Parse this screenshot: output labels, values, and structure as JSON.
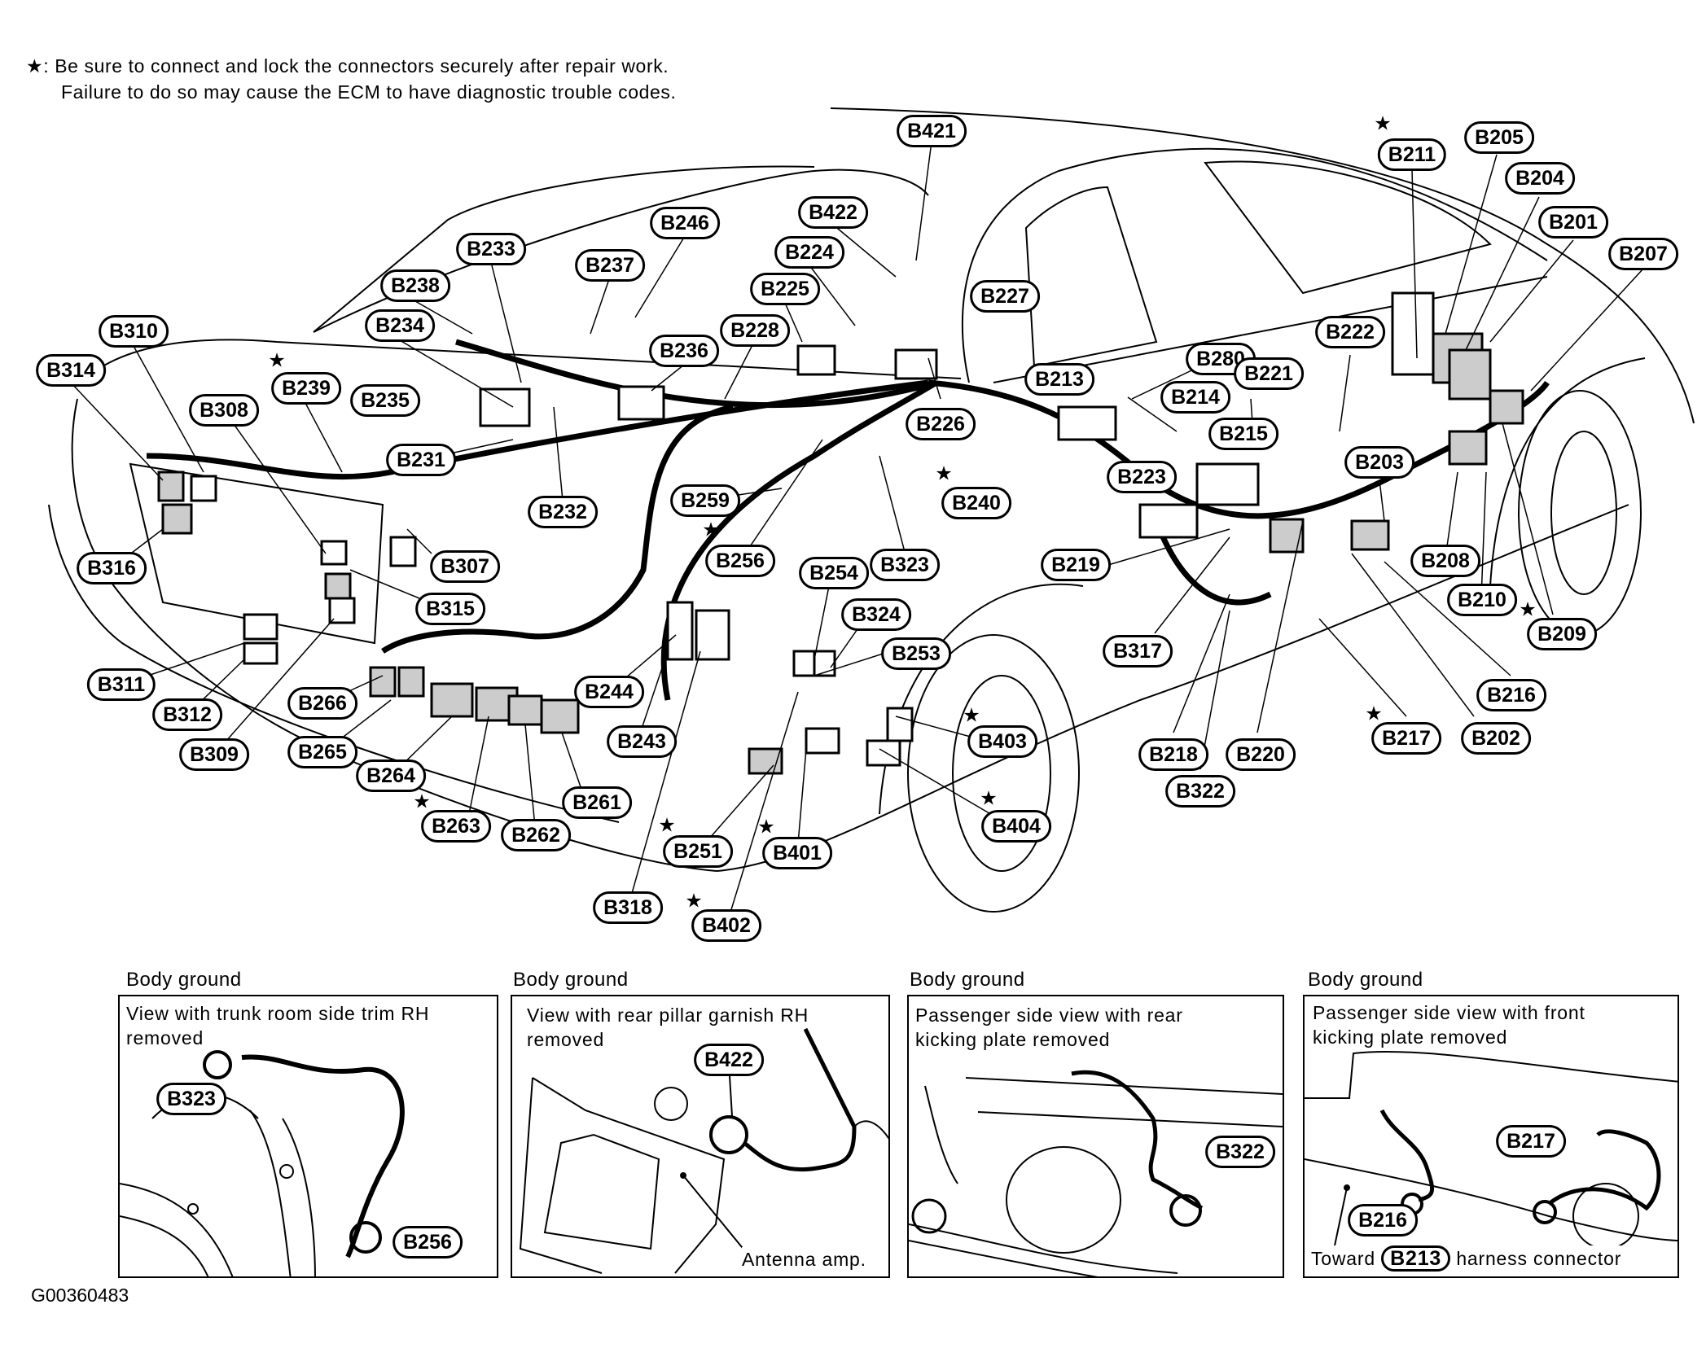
{
  "notes": {
    "star_symbol": "★",
    "line1": ": Be sure to connect and lock the connectors securely after repair work.",
    "line2": "Failure to do so may cause the ECM to have diagnostic trouble codes."
  },
  "connectors": [
    {
      "id": "B421",
      "star": false
    },
    {
      "id": "B422",
      "star": false
    },
    {
      "id": "B246",
      "star": false
    },
    {
      "id": "B224",
      "star": false
    },
    {
      "id": "B237",
      "star": false
    },
    {
      "id": "B238",
      "star": false
    },
    {
      "id": "B233",
      "star": false
    },
    {
      "id": "B225",
      "star": false
    },
    {
      "id": "B227",
      "star": false
    },
    {
      "id": "B228",
      "star": false
    },
    {
      "id": "B234",
      "star": false
    },
    {
      "id": "B236",
      "star": false
    },
    {
      "id": "B310",
      "star": false
    },
    {
      "id": "B314",
      "star": false
    },
    {
      "id": "B239",
      "star": true
    },
    {
      "id": "B235",
      "star": false
    },
    {
      "id": "B308",
      "star": false
    },
    {
      "id": "B231",
      "star": false
    },
    {
      "id": "B232",
      "star": false
    },
    {
      "id": "B226",
      "star": false
    },
    {
      "id": "B240",
      "star": true
    },
    {
      "id": "B259",
      "star": false
    },
    {
      "id": "B256",
      "star": true
    },
    {
      "id": "B323",
      "star": false
    },
    {
      "id": "B307",
      "star": false
    },
    {
      "id": "B316",
      "star": false
    },
    {
      "id": "B315",
      "star": false
    },
    {
      "id": "B254",
      "star": false
    },
    {
      "id": "B324",
      "star": false
    },
    {
      "id": "B253",
      "star": false
    },
    {
      "id": "B244",
      "star": false
    },
    {
      "id": "B243",
      "star": false
    },
    {
      "id": "B266",
      "star": false
    },
    {
      "id": "B265",
      "star": false
    },
    {
      "id": "B264",
      "star": false
    },
    {
      "id": "B263",
      "star": true
    },
    {
      "id": "B262",
      "star": false
    },
    {
      "id": "B261",
      "star": false
    },
    {
      "id": "B311",
      "star": false
    },
    {
      "id": "B312",
      "star": false
    },
    {
      "id": "B309",
      "star": false
    },
    {
      "id": "B403",
      "star": true
    },
    {
      "id": "B404",
      "star": true
    },
    {
      "id": "B251",
      "star": true
    },
    {
      "id": "B401",
      "star": true
    },
    {
      "id": "B318",
      "star": false
    },
    {
      "id": "B402",
      "star": true
    },
    {
      "id": "B211",
      "star": true
    },
    {
      "id": "B205",
      "star": false
    },
    {
      "id": "B204",
      "star": false
    },
    {
      "id": "B201",
      "star": false
    },
    {
      "id": "B207",
      "star": false
    },
    {
      "id": "B222",
      "star": false
    },
    {
      "id": "B280",
      "star": false
    },
    {
      "id": "B213",
      "star": false
    },
    {
      "id": "B214",
      "star": false
    },
    {
      "id": "B221",
      "star": false
    },
    {
      "id": "B215",
      "star": false
    },
    {
      "id": "B223",
      "star": false
    },
    {
      "id": "B203",
      "star": false
    },
    {
      "id": "B219",
      "star": false
    },
    {
      "id": "B317",
      "star": false
    },
    {
      "id": "B208",
      "star": false
    },
    {
      "id": "B210",
      "star": false
    },
    {
      "id": "B209",
      "star": true
    },
    {
      "id": "B216",
      "star": false
    },
    {
      "id": "B217",
      "star": true
    },
    {
      "id": "B202",
      "star": false
    },
    {
      "id": "B218",
      "star": false
    },
    {
      "id": "B220",
      "star": false
    },
    {
      "id": "B322",
      "star": false
    }
  ],
  "insets": [
    {
      "title": "Body ground",
      "caption_line1": "View with trunk room side trim RH",
      "caption_line2": "removed",
      "labels": [
        "B323",
        "B256"
      ]
    },
    {
      "title": "Body ground",
      "caption_line1": "View with rear pillar garnish RH",
      "caption_line2": "removed",
      "labels": [
        "B422"
      ],
      "callout": "Antenna amp."
    },
    {
      "title": "Body ground",
      "caption_line1": "Passenger side view with rear",
      "caption_line2": "kicking plate removed",
      "labels": [
        "B322"
      ]
    },
    {
      "title": "Body ground",
      "caption_line1": "Passenger side view with front",
      "caption_line2": "kicking plate removed",
      "labels": [
        "B217",
        "B216"
      ],
      "footer_prefix": "Toward",
      "footer_connector": "B213",
      "footer_suffix": "harness connector"
    }
  ],
  "figure_id": "G00360483"
}
